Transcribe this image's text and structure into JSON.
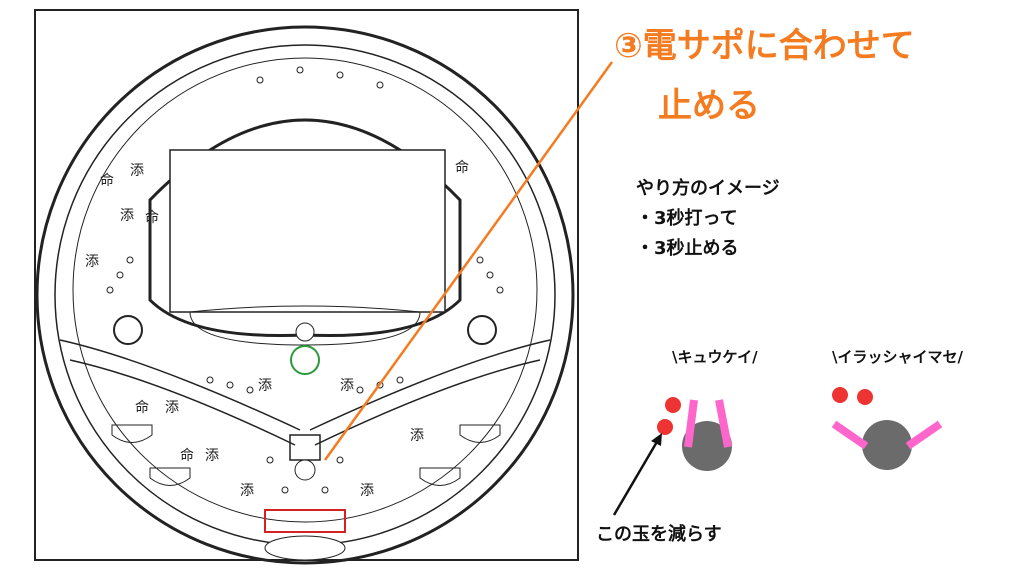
{
  "title": {
    "line1": "③電サポに合わせて",
    "line2": "止める"
  },
  "howto": {
    "heading": "やり方のイメージ",
    "items": [
      "・3秒打って",
      "・3秒止める"
    ]
  },
  "illustrations": [
    {
      "caption": "\\キュウケイ/"
    },
    {
      "caption": "\\イラッシャイマセ/"
    }
  ],
  "note": "この玉を減らす",
  "board_labels": [
    "命",
    "添",
    "命",
    "添",
    "命",
    "添",
    "添",
    "添",
    "命",
    "添",
    "命",
    "添",
    "添",
    "添",
    "添"
  ],
  "colors": {
    "accent": "#f47b20",
    "ball": "#ee3333",
    "arm": "#ff66cc",
    "body": "#6b6b6b",
    "highlight_box": "#d22222",
    "spinner": "#2a9a3a"
  }
}
